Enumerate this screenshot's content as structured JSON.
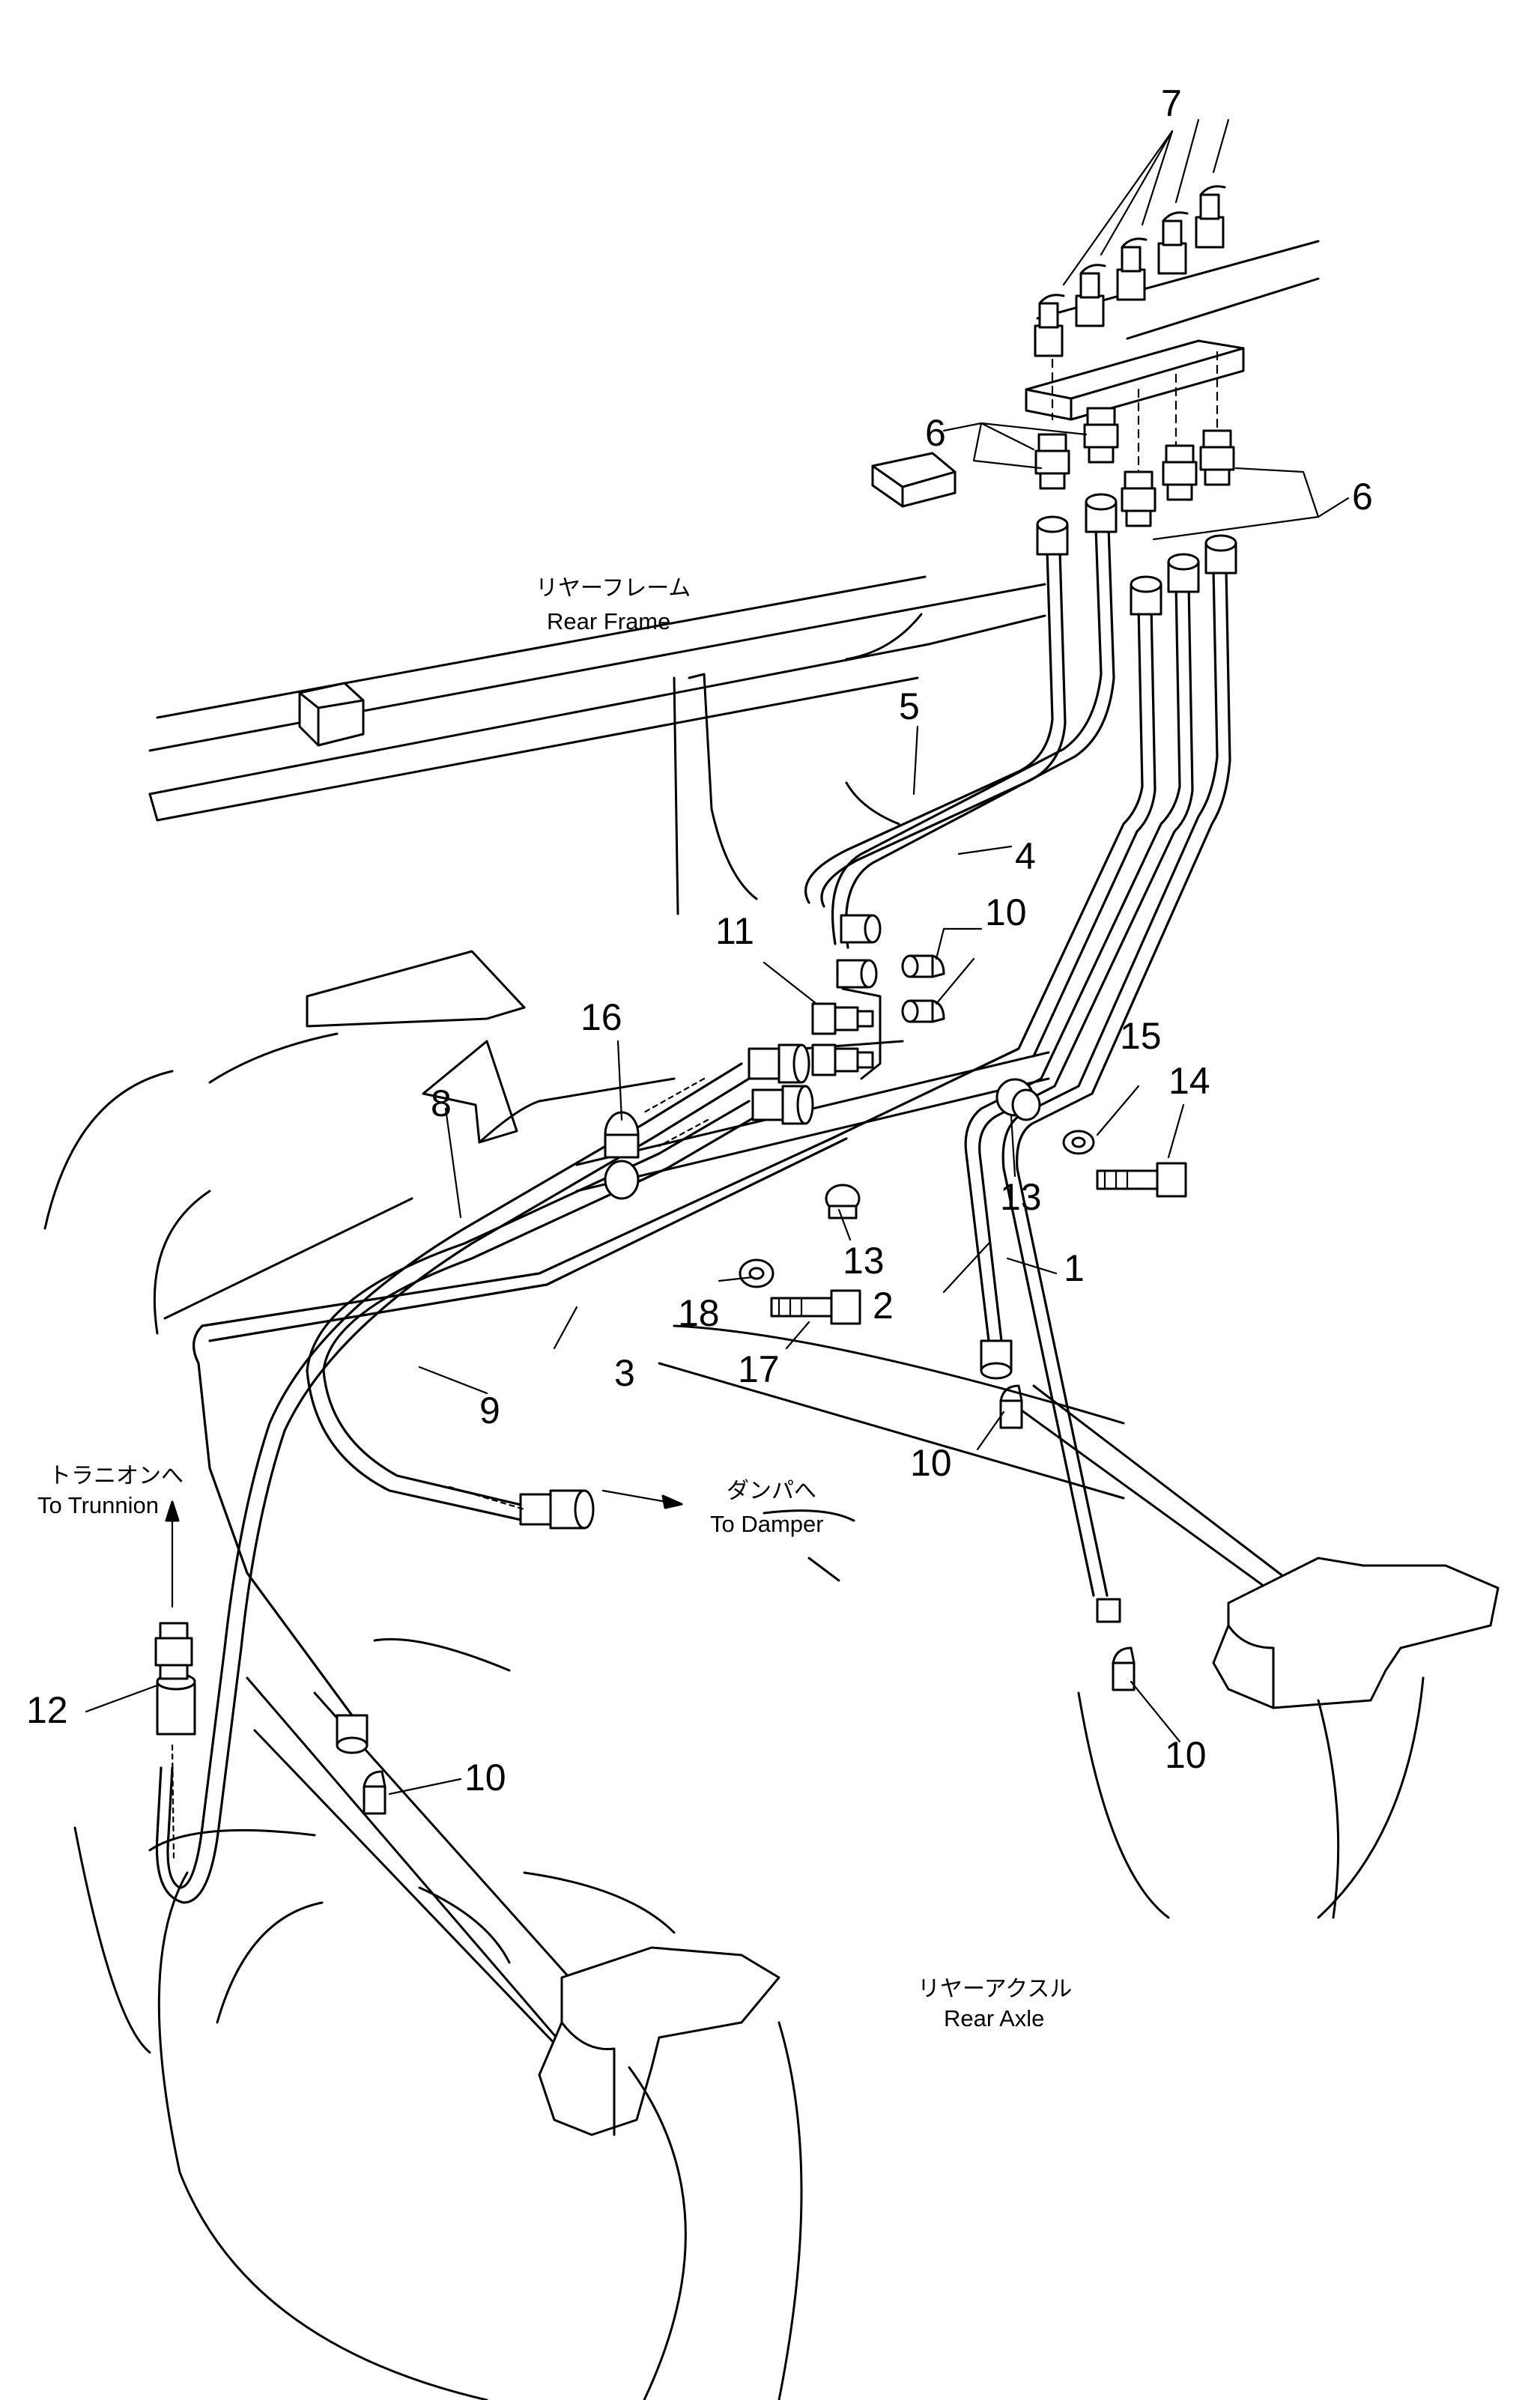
{
  "callouts": {
    "c1": "1",
    "c2": "2",
    "c3": "3",
    "c4": "4",
    "c5": "5",
    "c6a": "6",
    "c6b": "6",
    "c7": "7",
    "c8": "8",
    "c9": "9",
    "c10a": "10",
    "c10b": "10",
    "c10c": "10",
    "c10d": "10",
    "c11": "11",
    "c12": "12",
    "c13a": "13",
    "c13b": "13",
    "c14": "14",
    "c15": "15",
    "c16": "16",
    "c17": "17",
    "c18": "18"
  },
  "labels": {
    "rear_frame_jp": "リヤーフレーム",
    "rear_frame_en": "Rear Frame",
    "trunnion_jp": "トラニオンへ",
    "trunnion_en": "To Trunnion",
    "damper_jp": "ダンパへ",
    "damper_en": "To Damper",
    "rear_axle_jp": "リヤーアクスル",
    "rear_axle_en": "Rear Axle"
  }
}
